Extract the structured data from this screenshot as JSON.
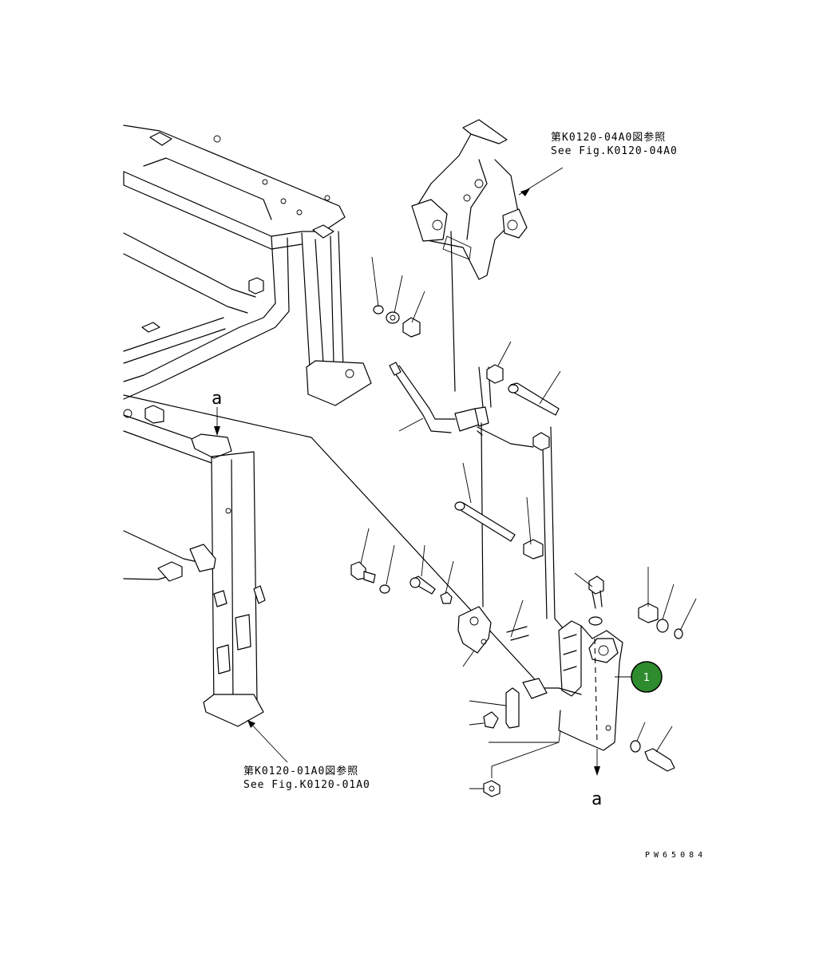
{
  "references": {
    "top": {
      "line1": "第K0120-04A0図参照",
      "line2": "See Fig.K0120-04A0"
    },
    "bottom": {
      "line1": "第K0120-01A0図参照",
      "line2": "See Fig.K0120-01A0"
    }
  },
  "view_marker": {
    "letter": "a"
  },
  "callout": {
    "number": "1",
    "color": "#2e8b2e"
  },
  "drawing_code": "PW65084"
}
